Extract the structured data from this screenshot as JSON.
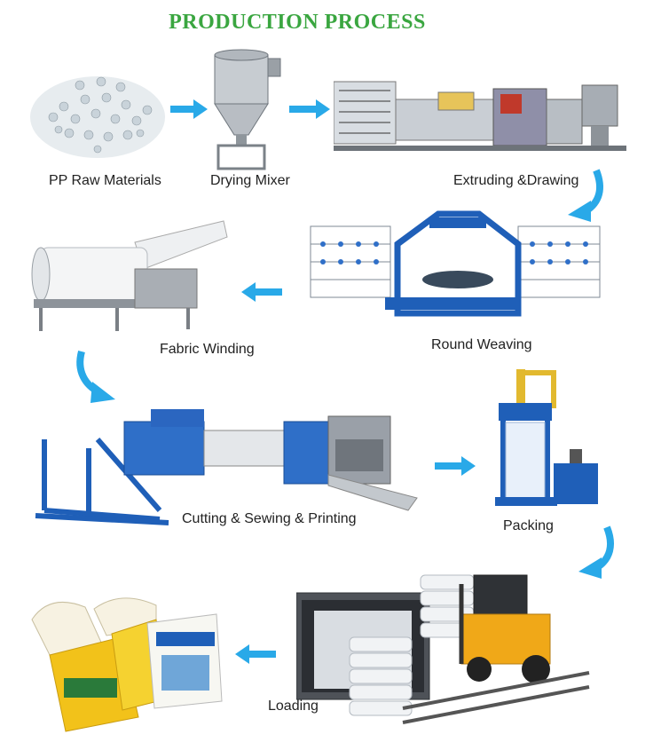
{
  "title": "PRODUCTION PROCESS",
  "colors": {
    "title": "#3aa640",
    "arrow": "#29a9e8",
    "machine_blue": "#1f5fb8",
    "machine_grey": "#9aa0a8"
  },
  "steps": [
    {
      "label": "PP Raw Materials"
    },
    {
      "label": "Drying Mixer"
    },
    {
      "label": "Extruding &Drawing"
    },
    {
      "label": "Round Weaving"
    },
    {
      "label": "Fabric Winding"
    },
    {
      "label": "Cutting & Sewing & Printing"
    },
    {
      "label": "Packing"
    },
    {
      "label": "Loading"
    }
  ]
}
